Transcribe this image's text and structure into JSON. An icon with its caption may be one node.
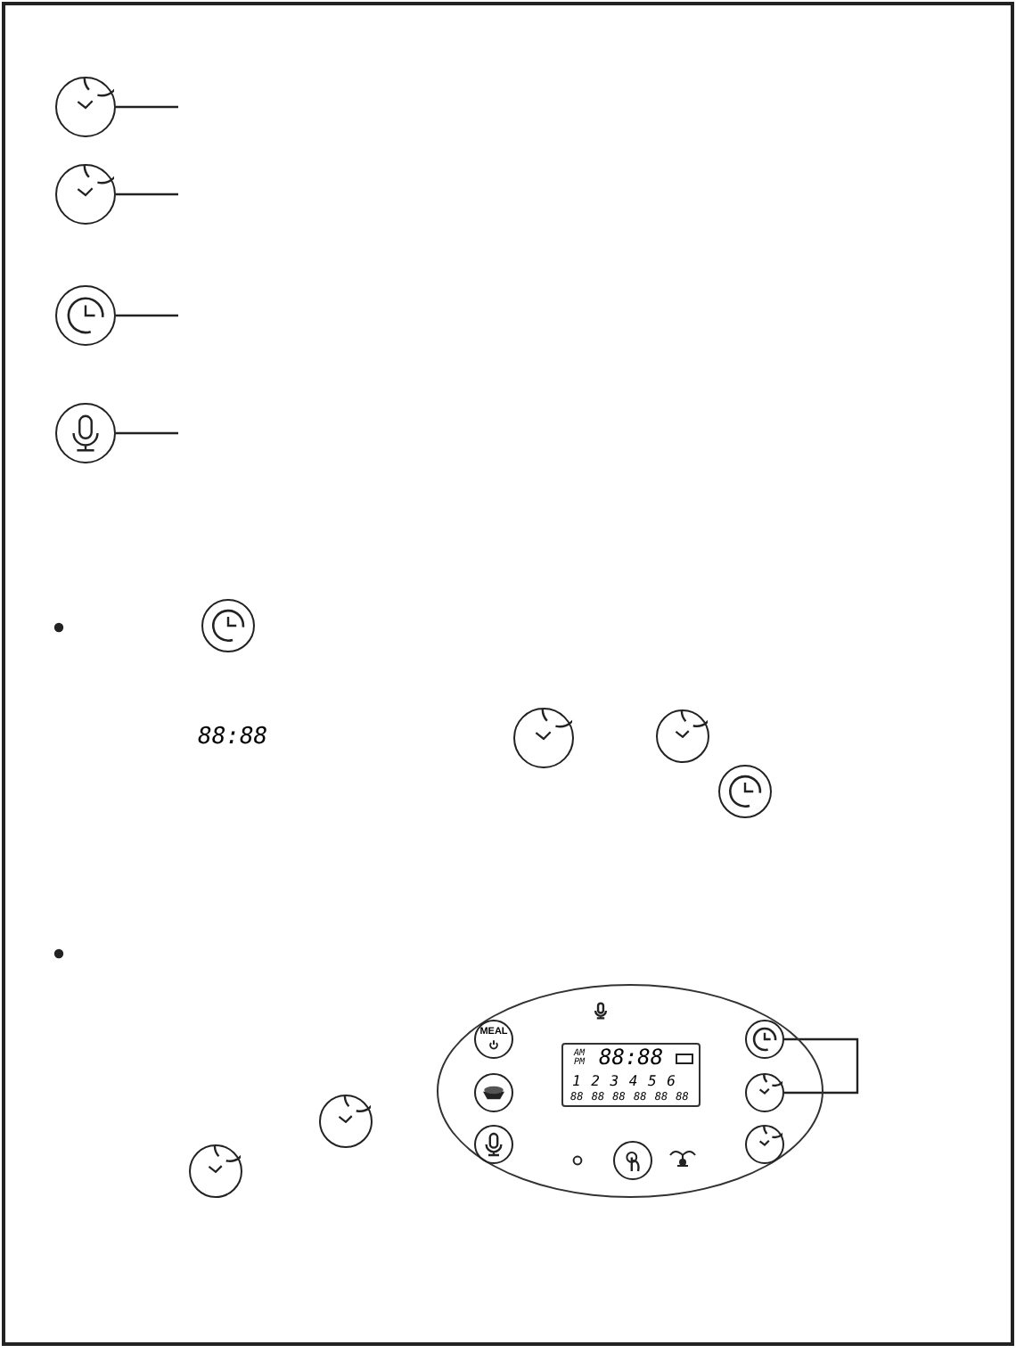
{
  "diagram": {
    "nodes": [
      {
        "text": [],
        "shape": "circle"
      },
      {
        "text": [],
        "shape": "circle"
      },
      {
        "text": [],
        "shape": "circle"
      },
      {
        "text": [],
        "shape": "circle"
      },
      {
        "text": [],
        "shape": "circle"
      },
      {
        "text": [],
        "shape": "circle"
      },
      {
        "text": [],
        "shape": "circle"
      },
      {
        "text": [],
        "shape": "circle"
      },
      {
        "text": [],
        "shape": "circle"
      },
      {
        "text": [],
        "shape": "circle"
      },
      {
        "text": [],
        "shape": "ellipse"
      },
      {
        "text": [
          "MEAL"
        ],
        "in": 10
      },
      {
        "text": [
          "AM",
          "PM",
          "88:88",
          "1 2 3 4 5 6",
          "88 88 88 88 88 88"
        ],
        "in": 10
      },
      {
        "text": [],
        "shape": "circle",
        "in": 10
      },
      {
        "text": [],
        "shape": "circle",
        "in": 10
      },
      {
        "text": [],
        "shape": "circle",
        "in": 10
      },
      {
        "text": [],
        "shape": "circle",
        "in": 10
      },
      {
        "text": [],
        "shape": "circle",
        "in": 10
      },
      {
        "text": [],
        "shape": "circle",
        "in": 10
      }
    ],
    "edges": [
      {
        "from": 0,
        "to": null,
        "arrow": "none"
      },
      {
        "from": 1,
        "to": null,
        "arrow": "none"
      },
      {
        "from": 2,
        "to": null,
        "arrow": "none"
      },
      {
        "from": 3,
        "to": null,
        "arrow": "none"
      },
      {
        "from": 13,
        "to": 15,
        "arrow": "none"
      }
    ],
    "labels": [
      "88:88"
    ]
  }
}
